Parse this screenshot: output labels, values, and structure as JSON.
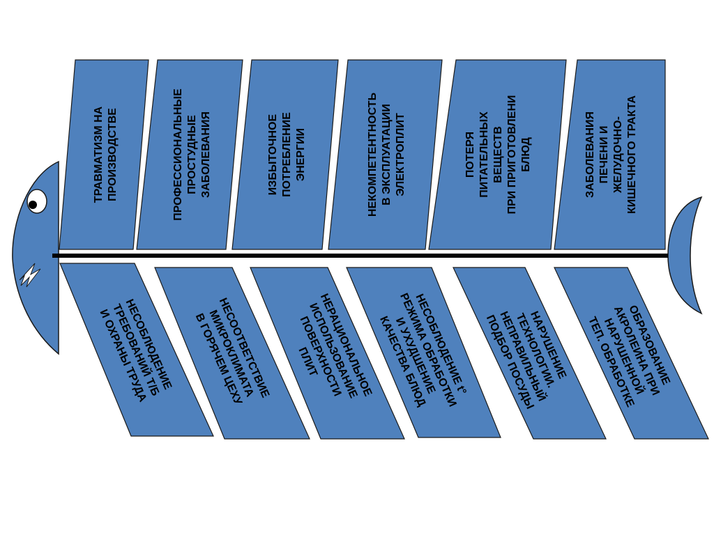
{
  "diagram": {
    "type": "fishbone",
    "colors": {
      "fill": "#4f81bd",
      "stroke": "#1a1a1a",
      "spine": "#000000",
      "text": "#000000",
      "eye_white": "#ffffff"
    },
    "upper_causes": [
      {
        "lines": [
          "ТРАВМАТИЗМ НА",
          "ПРОИЗВОДСТВЕ"
        ]
      },
      {
        "lines": [
          "ПРОФЕССИОНАЛЬНЫЕ",
          "ПРОСТУДНЫЕ",
          "ЗАБОЛЕВАНИЯ"
        ]
      },
      {
        "lines": [
          "ИЗБЫТОЧНОЕ",
          "ПОТРЕБЛЕНИЕ",
          "ЭНЕРГИИ"
        ]
      },
      {
        "lines": [
          "НЕКОМПЕТЕНТНОСТЬ",
          "В ЭКСПЛУАТАЦИИ",
          "ЭЛЕКТРОПЛИТ"
        ]
      },
      {
        "lines": [
          "ПОТЕРЯ",
          "ПИТАТЕЛЬНЫХ",
          "ВЕЩЕСТВ",
          "ПРИ ПРИГОТОВЛЕНИ",
          "БЛЮД"
        ]
      },
      {
        "lines": [
          "ЗАБОЛЕВАНИЯ",
          "ПЕЧЕНИ И",
          "ЖЕЛУДОЧНО-",
          "КИШЕЧНОГО ТРАКТА"
        ]
      }
    ],
    "lower_causes": [
      {
        "lines": [
          "НЕСОБЛЮДЕНИЕ",
          "ТРЕБОВАНИЙ Т/Б",
          "И ОХРАНЫ ТРУДА"
        ]
      },
      {
        "lines": [
          "НЕСООТВЕТСТВИЕ",
          "МИКРОКЛИМАТА",
          "В ГОРЯЧЕМ ЦЕХУ"
        ]
      },
      {
        "lines": [
          "НЕРАЦИОНАЛЬНОЕ",
          "ИСПОЛЬЗОВАНИЕ",
          "ПОВЕРХНОСТИ",
          "ПЛИТ"
        ]
      },
      {
        "lines": [
          "НЕСОБЛЮДЕНИЕ t°",
          "РЕЖИМА ОБРАБОТКИ",
          "И УХУДШЕНИЕ",
          "КАЧЕСТВА БЛЮД"
        ]
      },
      {
        "lines": [
          "НАРУШЕНИЕ",
          "ТЕХНОЛОГИИ.",
          "НЕПРАВИЛЬНЫЙ",
          "ПОДБОР ПОСУДЫ"
        ]
      },
      {
        "lines": [
          "ОБРАЗОВАНИЕ",
          "АКРОЛЕИНА ПРИ",
          "НАРУШЕННОЙ",
          "ТЕП. ОБРАБОТКЕ"
        ]
      }
    ]
  }
}
